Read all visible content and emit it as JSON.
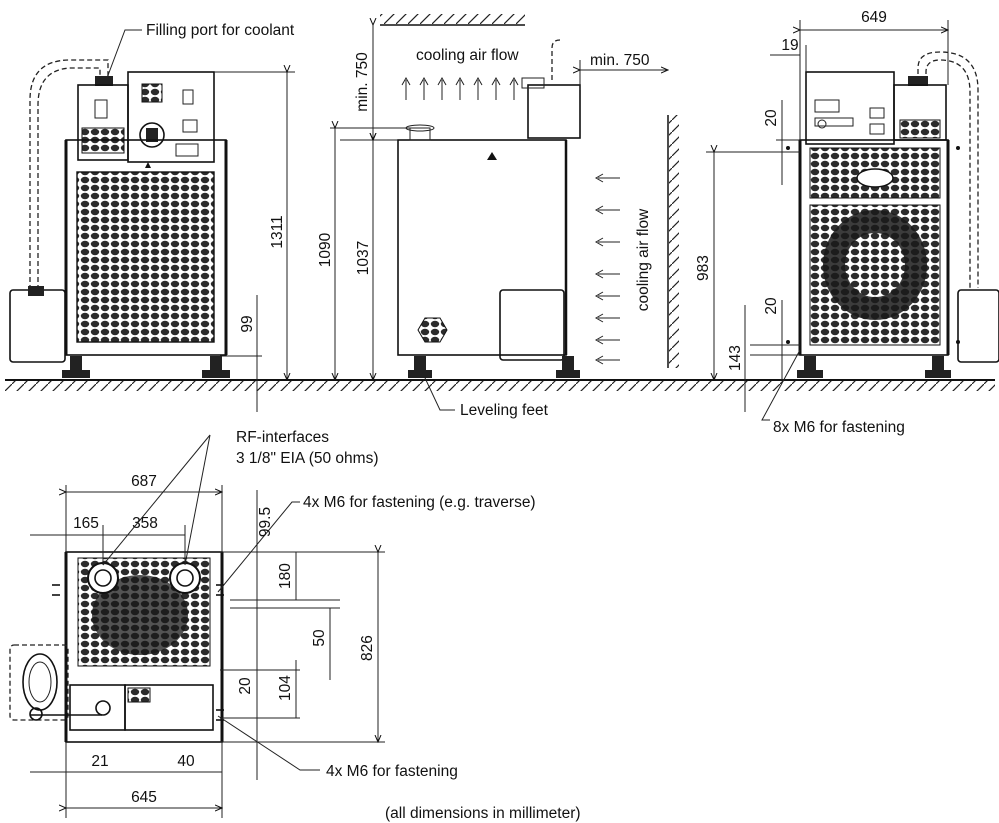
{
  "labels": {
    "filling_port": "Filling port for coolant",
    "cooling_air_top": "cooling air flow",
    "cooling_air_side": "cooling air flow",
    "min_top": "min. 750",
    "min_side": "min. 750",
    "leveling_feet": "Leveling feet",
    "fasten_8x": "8x M6 for fastening",
    "rf_interfaces_1": "RF-interfaces",
    "rf_interfaces_2": "3 1/8\" EIA (50 ohms)",
    "fasten_4x_traverse": "4x M6 for fastening (e.g. traverse)",
    "fasten_4x": "4x M6 for fastening",
    "units_note": "(all dimensions in millimeter)"
  },
  "dimensions": {
    "front_height": "1311",
    "front_foot": "99",
    "side_1090": "1090",
    "side_1037": "1037",
    "rear_width": "649",
    "rear_19": "19",
    "rear_20_top": "20",
    "rear_983": "983",
    "rear_20_bottom": "20",
    "rear_143": "143",
    "top_687": "687",
    "top_165": "165",
    "top_358": "358",
    "top_99_5": "99.5",
    "top_180": "180",
    "top_50": "50",
    "top_826": "826",
    "top_104": "104",
    "top_20": "20",
    "top_21": "21",
    "top_40": "40",
    "top_645": "645"
  }
}
